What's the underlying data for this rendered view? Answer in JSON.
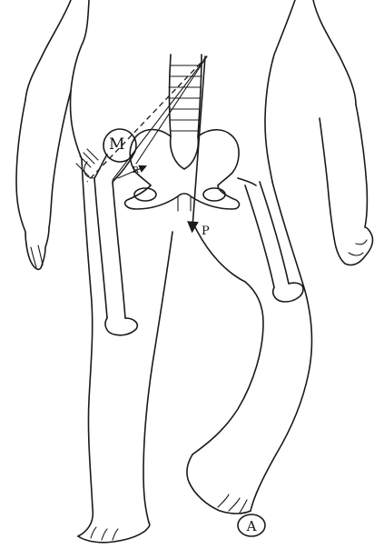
{
  "figure": {
    "panel_label": "A",
    "labels": {
      "m": "M",
      "r": "R",
      "p": "P"
    },
    "ink_color": "#1a1a1a",
    "background_color": "#ffffff"
  }
}
